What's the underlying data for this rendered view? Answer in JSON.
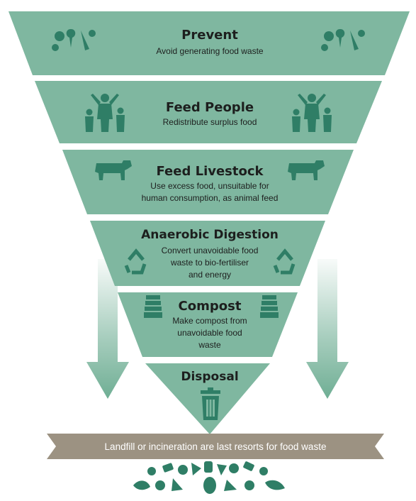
{
  "colors": {
    "tier_fill": "#7fb7a0",
    "icon": "#2f7e66",
    "arrow": "#6fae94",
    "banner": "#9c9282",
    "text": "#1d1f1e"
  },
  "tiers": [
    {
      "title": "Prevent",
      "lines": [
        "Avoid generating food waste"
      ],
      "icon": "vegetables-icon"
    },
    {
      "title": "Feed People",
      "lines": [
        "Redistribute surplus food"
      ],
      "icon": "family-icon"
    },
    {
      "title": "Feed Livestock",
      "lines": [
        "Use excess food, unsuitable for",
        "human consumption, as animal feed"
      ],
      "icon": "cow-icon"
    },
    {
      "title": "Anaerobic Digestion",
      "lines": [
        "Convert unavoidable food",
        "waste to bio-fertiliser",
        "and energy"
      ],
      "icon": "recycle-icon"
    },
    {
      "title": "Compost",
      "lines": [
        "Make compost from",
        "unavoidable food",
        "waste"
      ],
      "icon": "compost-bin-icon"
    },
    {
      "title": "Disposal",
      "lines": [],
      "icon": "trash-bin-icon"
    }
  ],
  "banner": {
    "text": "Landfill or incineration are last resorts for food waste"
  }
}
